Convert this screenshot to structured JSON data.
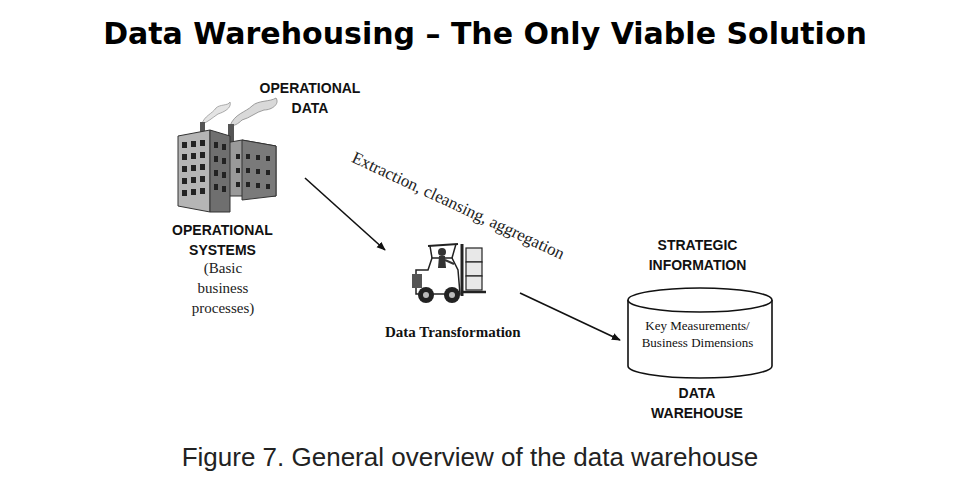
{
  "diagram": {
    "title": "Data Warehousing – The Only Viable Solution",
    "caption": "Figure 7. General overview of the data warehouse",
    "nodes": [
      {
        "text": [
          "OPERATIONAL DATA",
          "OPERATIONAL SYSTEMS",
          "(Basic business processes)"
        ]
      },
      {
        "text": [
          "Data Transformation"
        ]
      },
      {
        "text": [
          "STRATEGIC INFORMATION",
          "Key Measurements/ Business Dimensions",
          "DATA WAREHOUSE"
        ]
      }
    ],
    "edges": [
      {
        "from": 0,
        "to": 1,
        "arrow": "to"
      },
      {
        "from": 1,
        "to": 2,
        "arrow": "to"
      }
    ],
    "labels": [
      "Extraction, cleansing, aggregation"
    ]
  }
}
